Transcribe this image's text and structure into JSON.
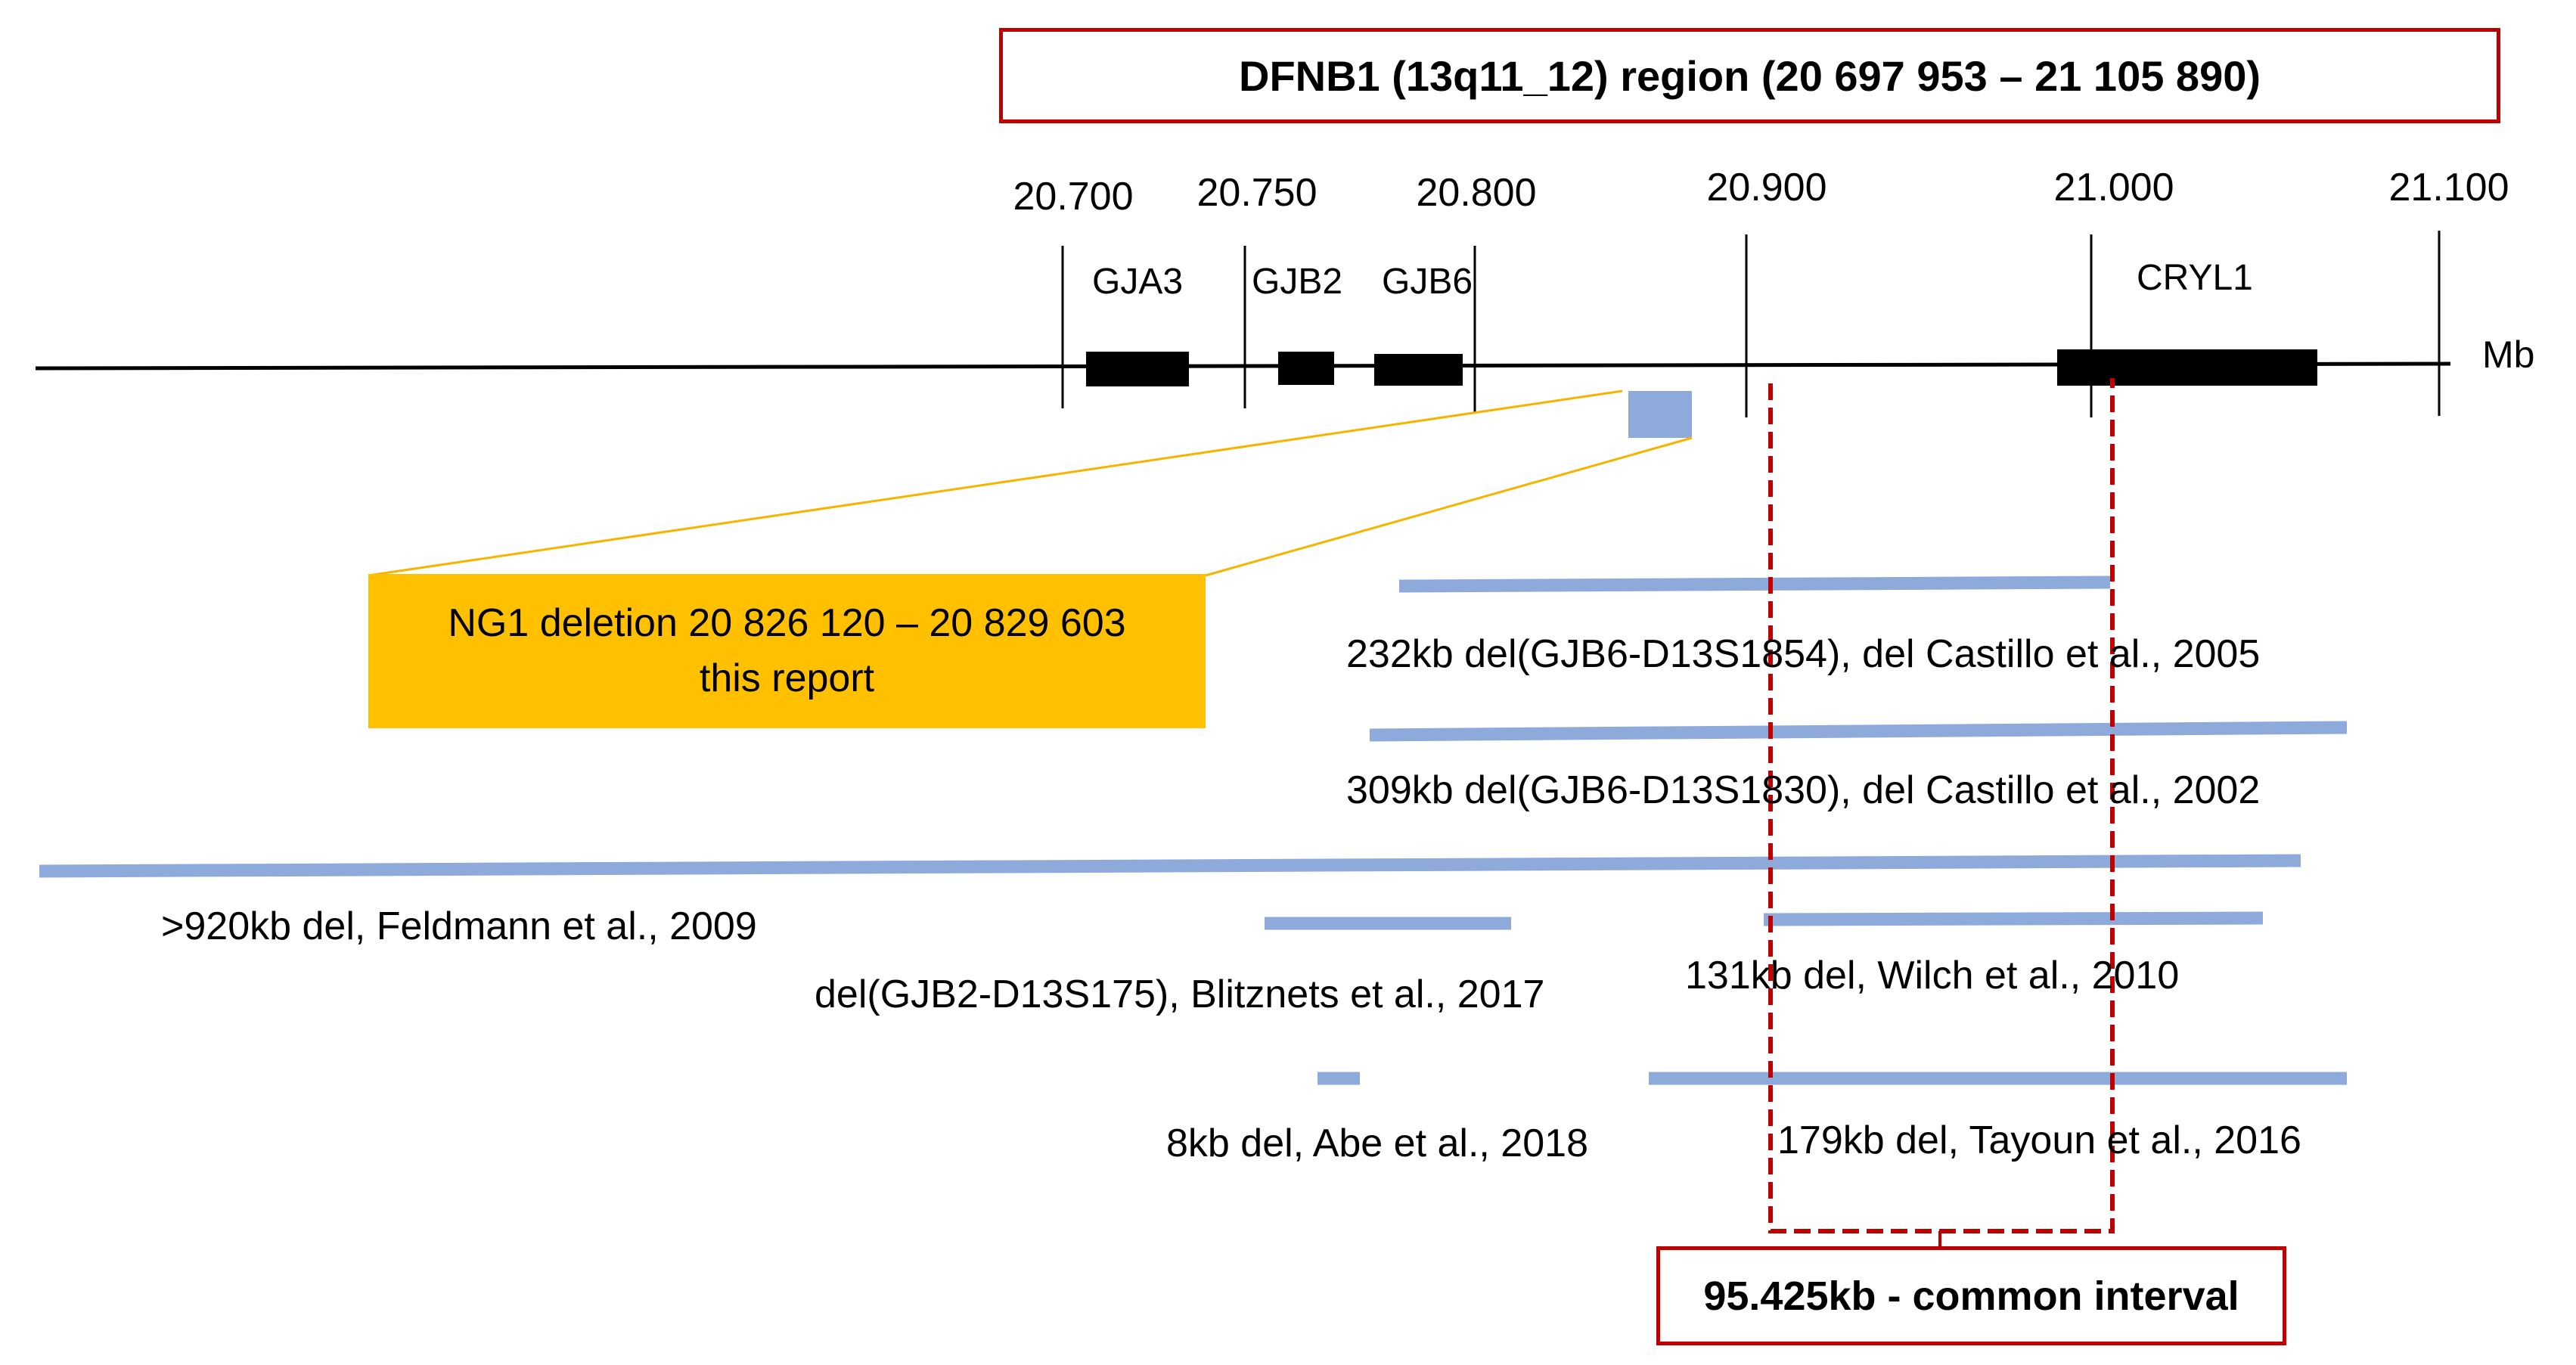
{
  "title": "DFNB1 (13q11_12) region (20 697 953 – 21 105 890)",
  "axis": {
    "unit": "Mb",
    "ticks": [
      "20.700",
      "20.750",
      "20.800",
      "20.900",
      "21.000",
      "21.100"
    ]
  },
  "genes": [
    "GJA3",
    "GJB2",
    "GJB6",
    "CRYL1"
  ],
  "callout": {
    "line1": "NG1 deletion 20 826 120 – 20 829 603",
    "line2": "this report"
  },
  "deletions": [
    "232kb del(GJB6-D13S1854), del Castillo et al., 2005",
    "309kb del(GJB6-D13S1830), del Castillo et al., 2002",
    ">920kb del, Feldmann et al., 2009",
    "del(GJB2-D13S175), Blitznets et al., 2017",
    "131kb del, Wilch et al., 2010",
    "8kb del, Abe et al., 2018",
    "179kb del, Tayoun et al., 2016"
  ],
  "common_interval": "95.425kb - common interval",
  "colors": {
    "deletion_bar": "#8eaadb",
    "callout_fill": "#ffc000",
    "callout_line": "#f4b400",
    "box_border": "#c00000",
    "interval_dash": "#c00000",
    "gene_fill": "#000000"
  }
}
